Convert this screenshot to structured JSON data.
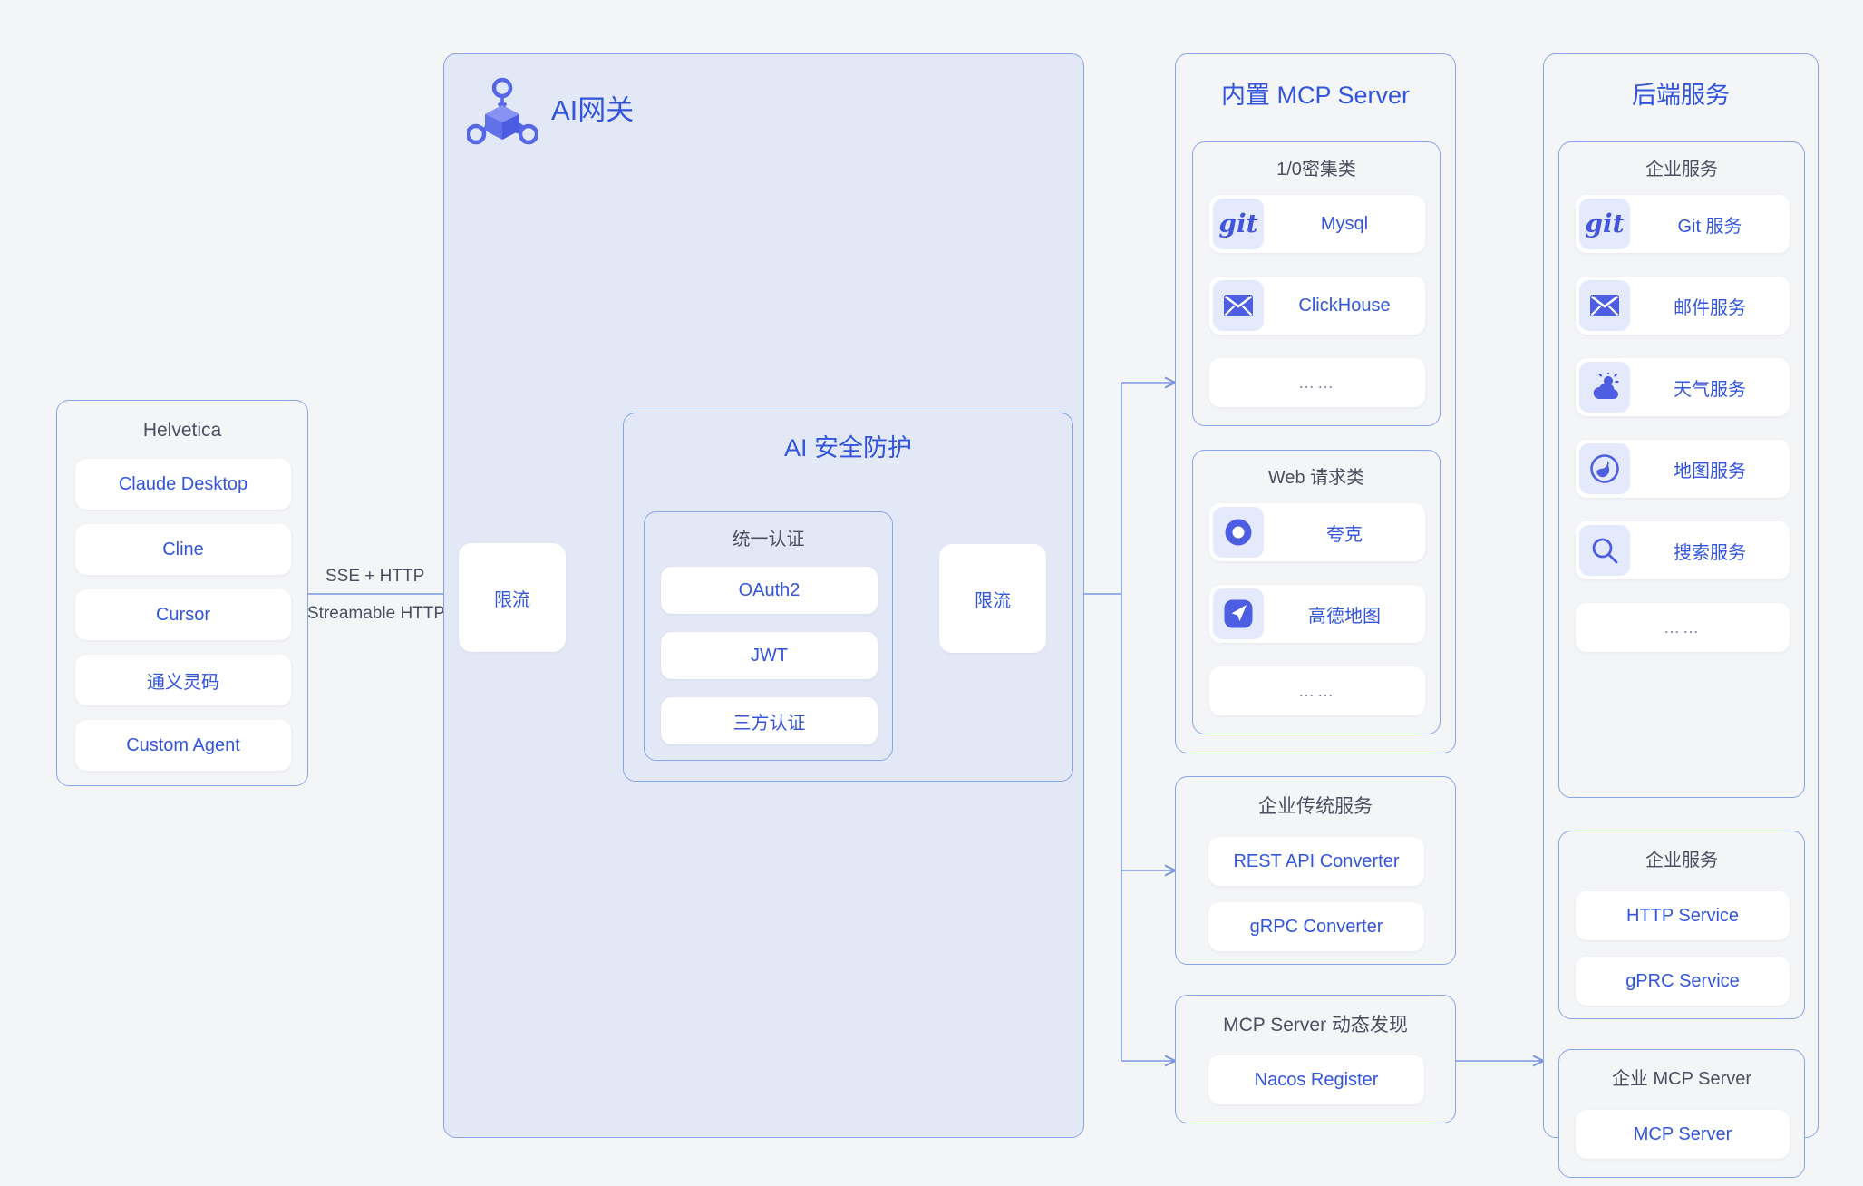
{
  "diagram": {
    "colors": {
      "accent": "#3355dd",
      "border": "#8aa4e8",
      "gateway_bg": "#e3e8f6",
      "page_bg": "#f4f5f7",
      "card_bg": "#ffffff",
      "icon_bg": "#e4eafc",
      "muted_text": "#4a5060"
    },
    "clients": {
      "title": "Helvetica",
      "items": [
        {
          "label": "Claude Desktop"
        },
        {
          "label": "Cline"
        },
        {
          "label": "Cursor"
        },
        {
          "label": "通义灵码"
        },
        {
          "label": "Custom Agent"
        }
      ]
    },
    "connector": {
      "label_top": "SSE + HTTP",
      "label_bottom": "Streamable HTTP"
    },
    "gateway": {
      "title": "AI网关",
      "logo_icon": "ai-gateway-cube-icon",
      "rate_limit_in": "限流",
      "rate_limit_out": "限流",
      "security": {
        "title": "AI 安全防护",
        "auth": {
          "title": "统一认证",
          "items": [
            {
              "label": "OAuth2"
            },
            {
              "label": "JWT"
            },
            {
              "label": "三方认证"
            }
          ]
        }
      }
    },
    "mcp_server": {
      "title": "内置 MCP Server",
      "groups": [
        {
          "title": "1/0密集类",
          "items": [
            {
              "label": "Mysql",
              "icon": "git-icon"
            },
            {
              "label": "ClickHouse",
              "icon": "envelope-icon"
            },
            {
              "label": "……",
              "icon": null
            }
          ]
        },
        {
          "title": "Web 请求类",
          "items": [
            {
              "label": "夸克",
              "icon": "quark-circle-icon"
            },
            {
              "label": "高德地图",
              "icon": "amap-arrow-icon"
            },
            {
              "label": "……",
              "icon": null
            }
          ]
        }
      ]
    },
    "legacy_services": {
      "title": "企业传统服务",
      "items": [
        {
          "label": "REST API Converter"
        },
        {
          "label": "gRPC Converter"
        }
      ]
    },
    "discovery": {
      "title": "MCP Server 动态发现",
      "items": [
        {
          "label": "Nacos Register"
        }
      ]
    },
    "backend": {
      "title": "后端服务",
      "groups": [
        {
          "title": "企业服务",
          "items": [
            {
              "label": "Git 服务",
              "icon": "git-icon"
            },
            {
              "label": "邮件服务",
              "icon": "envelope-icon"
            },
            {
              "label": "天气服务",
              "icon": "weather-icon"
            },
            {
              "label": "地图服务",
              "icon": "globe-icon"
            },
            {
              "label": "搜索服务",
              "icon": "search-icon"
            },
            {
              "label": "……",
              "icon": null
            }
          ]
        },
        {
          "title": "企业服务",
          "items": [
            {
              "label": "HTTP Service",
              "icon": null
            },
            {
              "label": "gPRC Service",
              "icon": null
            }
          ]
        },
        {
          "title": "企业 MCP Server",
          "items": [
            {
              "label": "MCP Server",
              "icon": null
            }
          ]
        }
      ]
    }
  }
}
